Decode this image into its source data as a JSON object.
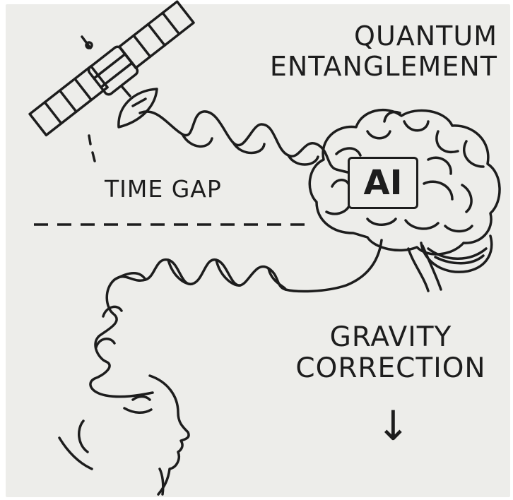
{
  "labels": {
    "title_line1": "QUANTUM",
    "title_line2": "ENTANGLEMENT",
    "time_gap": "TIME GAP",
    "gravity_line1": "GRAVITY",
    "gravity_line2": "CORRECTION",
    "ai": "AI",
    "arrow": "↓"
  },
  "icons": [
    "satellite-icon",
    "brain-icon",
    "human-head-icon",
    "wave-icon"
  ],
  "colors": {
    "background": "#ededea",
    "ink": "#1d1d1d"
  }
}
